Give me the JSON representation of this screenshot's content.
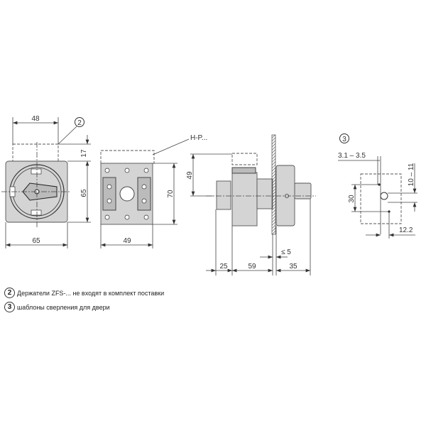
{
  "front_view": {
    "dim_width_top": "48",
    "dim_height_top": "17",
    "dim_height": "65",
    "dim_width": "65",
    "callout": "2"
  },
  "side_view": {
    "dim_height": "70",
    "dim_width": "49",
    "label": "H-P..."
  },
  "profile_view": {
    "dim_height": "49",
    "dims": [
      "25",
      "59",
      "35"
    ],
    "dim_panel": "≤ 5"
  },
  "drilling_template": {
    "callout": "3",
    "dim_hole": "3.1 – 3.5",
    "dim_vertical": "30",
    "dim_offset": "10 – 11",
    "dim_horizontal": "12.2"
  },
  "legend": [
    {
      "num": "2",
      "text": "Держатели ZFS-... не входят в комплект поставки"
    },
    {
      "num": "3",
      "text": "шаблоны сверления для двери"
    }
  ]
}
